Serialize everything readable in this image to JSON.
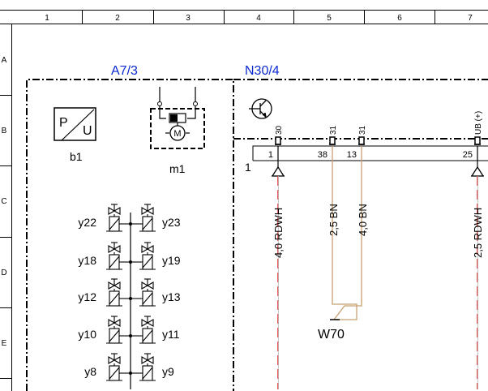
{
  "grid": {
    "columns": [
      "1",
      "2",
      "3",
      "4",
      "5",
      "6",
      "7"
    ],
    "rows": [
      "A",
      "B",
      "C",
      "D",
      "E"
    ]
  },
  "modules": {
    "left": "A7/3",
    "right": "N30/4"
  },
  "components": {
    "sensor": {
      "label": "b1",
      "left_glyph": "P",
      "right_glyph": "U"
    },
    "motor": {
      "label": "m1",
      "glyph": "M"
    }
  },
  "valves": {
    "left": [
      "y22",
      "y18",
      "y12",
      "y10",
      "y8"
    ],
    "right": [
      "y23",
      "y19",
      "y13",
      "y11",
      "y9"
    ]
  },
  "connector": {
    "label": "1",
    "pin_names": [
      "30",
      "31",
      "31",
      "UB (+)"
    ],
    "pin_numbers": [
      "1",
      "38",
      "13",
      "25"
    ]
  },
  "wires": [
    "4,0 RDWH",
    "2,5 BN",
    "4,0 BN",
    "2,5 RDWH"
  ],
  "ground": "W70",
  "colors": {
    "module_label": "#0a2ad0",
    "wire_red": "#e01818",
    "wire_brown": "#c8a070",
    "line": "#000000"
  }
}
